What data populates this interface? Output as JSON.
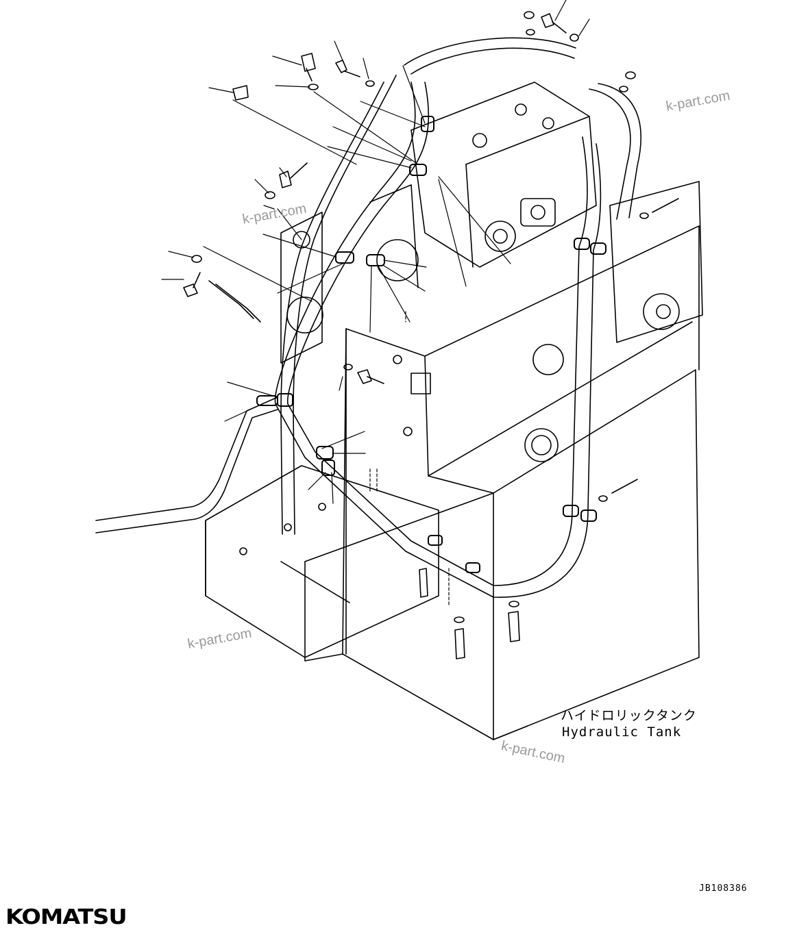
{
  "watermarks": [
    "k-part.com",
    "k-part.com",
    "k-part.com",
    "k-part.com"
  ],
  "labels": {
    "japanese": "ハイドロリックタンク",
    "english": "Hydraulic Tank"
  },
  "drawing_code": "JB108386",
  "brand": {
    "logo_text": "KOMATSU"
  }
}
